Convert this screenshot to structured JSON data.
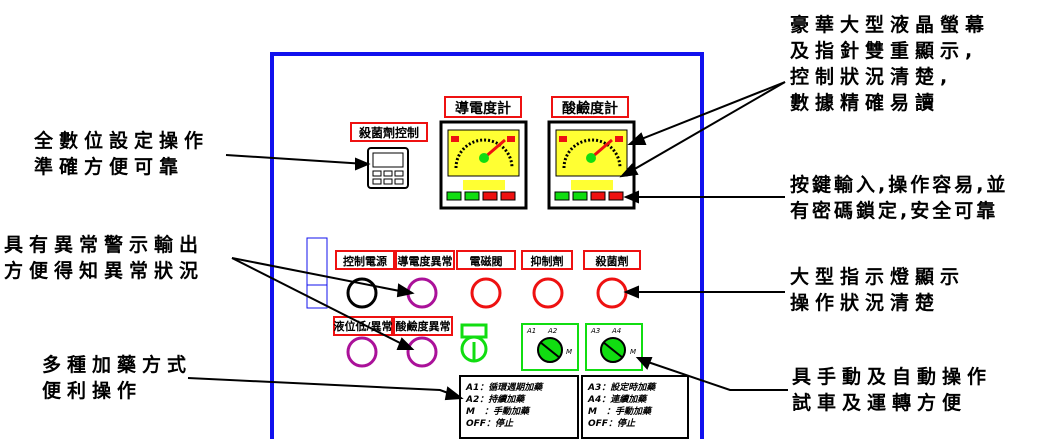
{
  "callouts": {
    "display_top": [
      "豪華大型液晶螢幕",
      "及指針雙重顯示,",
      "控制狀況清楚,",
      "數據精確易讀"
    ],
    "digital_setting": [
      "全數位設定操作",
      "準確方便可靠"
    ],
    "key_input": [
      "按鍵輸入,操作容易,並",
      "有密碼鎖定,安全可靠"
    ],
    "alarm_output": [
      "具有異常警示輸出",
      "方便得知異常狀況"
    ],
    "indicator_lights": [
      "大型指示燈顯示",
      "操作狀況清楚"
    ],
    "dosing_modes": [
      "多種加藥方式",
      "便利操作"
    ],
    "manual_auto": [
      "具手動及自動操作",
      "試車及運轉方便"
    ]
  },
  "panel": {
    "conductivity_meter": "導電度計",
    "ph_meter": "酸鹼度計",
    "biocide_control": "殺菌劑控制",
    "lamp_labels_row1": [
      "控制電源",
      "導電度異常",
      "電磁閥",
      "抑制劑",
      "殺菌劑"
    ],
    "lamp_labels_row2": [
      "液位低/異常",
      "酸鹼度異常"
    ],
    "selector_a_positions": [
      "A1",
      "A2",
      "M"
    ],
    "selector_b_positions": [
      "A3",
      "A4",
      "M"
    ],
    "legend_left": [
      "A1：循環週期加藥",
      "A2：持續加藥",
      "M　：手動加藥",
      "OFF：停止"
    ],
    "legend_right": [
      "A3：設定時加藥",
      "A4：連續加藥",
      "M　：手動加藥",
      "OFF：停止"
    ]
  },
  "colors": {
    "panel_border": "#1111ee",
    "label_box": "#ee1111",
    "lamp_red": "#ee1111",
    "lamp_purple": "#aa1199",
    "lamp_black": "#000000",
    "switch_green": "#11dd11"
  }
}
